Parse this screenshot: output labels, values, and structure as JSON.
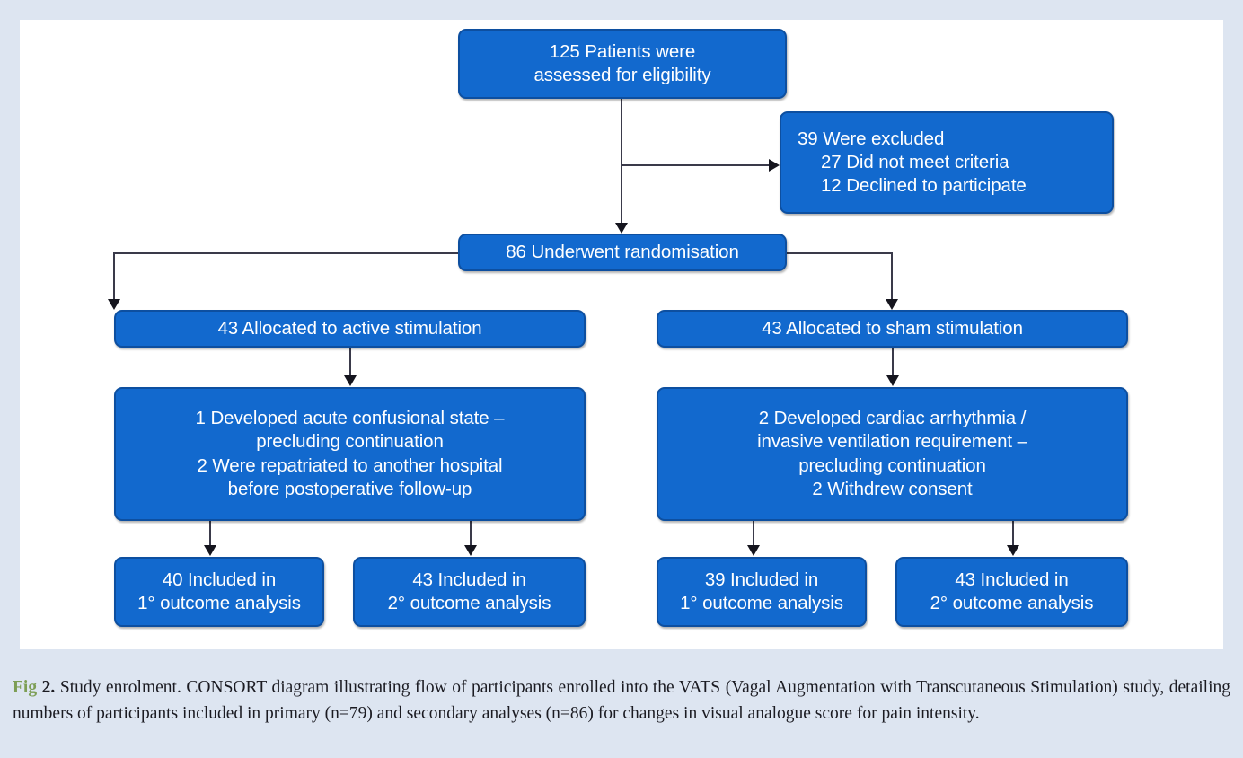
{
  "figure": {
    "panel_background": "#ffffff",
    "page_background": "#dde5f1",
    "node_fill": "#1269ce",
    "node_border": "#0d4fa0",
    "node_text_color": "#ffffff",
    "connector_color": "#3a3a4a"
  },
  "nodes": {
    "assessed": {
      "lines": [
        "125 Patients were",
        "assessed for eligibility"
      ]
    },
    "excluded": {
      "lines": [
        "39 Were excluded",
        "27 Did not meet criteria",
        "12 Declined to participate"
      ]
    },
    "randomised": {
      "lines": [
        "86 Underwent randomisation"
      ]
    },
    "allocated_active": {
      "lines": [
        "43 Allocated to active stimulation"
      ]
    },
    "allocated_sham": {
      "lines": [
        "43 Allocated to sham stimulation"
      ]
    },
    "active_events": {
      "lines": [
        "1 Developed acute confusional state –",
        "precluding continuation",
        "2 Were repatriated to another hospital",
        "before postoperative follow-up"
      ]
    },
    "sham_events": {
      "lines": [
        "2 Developed cardiac arrhythmia /",
        "invasive ventilation requirement –",
        "precluding continuation",
        "2 Withdrew consent"
      ]
    },
    "active_primary": {
      "lines": [
        "40 Included in",
        "1° outcome analysis"
      ]
    },
    "active_secondary": {
      "lines": [
        "43 Included in",
        "2° outcome analysis"
      ]
    },
    "sham_primary": {
      "lines": [
        "39 Included in",
        "1° outcome analysis"
      ]
    },
    "sham_secondary": {
      "lines": [
        "43 Included in",
        "2° outcome analysis"
      ]
    }
  },
  "caption": {
    "fig_label": "Fig",
    "fig_number": "2.",
    "text": "Study enrolment. CONSORT diagram illustrating flow of participants enrolled into the VATS (Vagal Augmentation with Transcutaneous Stimulation) study, detailing numbers of participants included in primary (n=79) and secondary analyses (n=86) for changes in visual analogue score for pain intensity."
  },
  "chart_data": {
    "type": "diagram",
    "title": "CONSORT participant flow diagram",
    "flow": [
      {
        "id": "assessed",
        "label": "125 Patients were assessed for eligibility",
        "value": 125
      },
      {
        "id": "excluded",
        "label": "39 Were excluded",
        "value": 39,
        "children": [
          {
            "label": "27 Did not meet criteria",
            "value": 27
          },
          {
            "label": "12 Declined to participate",
            "value": 12
          }
        ]
      },
      {
        "id": "randomised",
        "label": "86 Underwent randomisation",
        "value": 86
      },
      {
        "id": "allocated_active",
        "label": "43 Allocated to active stimulation",
        "value": 43
      },
      {
        "id": "allocated_sham",
        "label": "43 Allocated to sham stimulation",
        "value": 43
      },
      {
        "id": "active_events",
        "label": "1 Developed acute confusional state – precluding continuation; 2 Were repatriated to another hospital before postoperative follow-up",
        "value": 3
      },
      {
        "id": "sham_events",
        "label": "2 Developed cardiac arrhythmia / invasive ventilation requirement – precluding continuation; 2 Withdrew consent",
        "value": 4
      },
      {
        "id": "active_primary",
        "label": "40 Included in 1° outcome analysis",
        "value": 40
      },
      {
        "id": "active_secondary",
        "label": "43 Included in 2° outcome analysis",
        "value": 43
      },
      {
        "id": "sham_primary",
        "label": "39 Included in 1° outcome analysis",
        "value": 39
      },
      {
        "id": "sham_secondary",
        "label": "43 Included in 2° outcome analysis",
        "value": 43
      }
    ],
    "edges": [
      [
        "assessed",
        "excluded"
      ],
      [
        "assessed",
        "randomised"
      ],
      [
        "randomised",
        "allocated_active"
      ],
      [
        "randomised",
        "allocated_sham"
      ],
      [
        "allocated_active",
        "active_events"
      ],
      [
        "allocated_sham",
        "sham_events"
      ],
      [
        "active_events",
        "active_primary"
      ],
      [
        "active_events",
        "active_secondary"
      ],
      [
        "sham_events",
        "sham_primary"
      ],
      [
        "sham_events",
        "sham_secondary"
      ]
    ]
  }
}
